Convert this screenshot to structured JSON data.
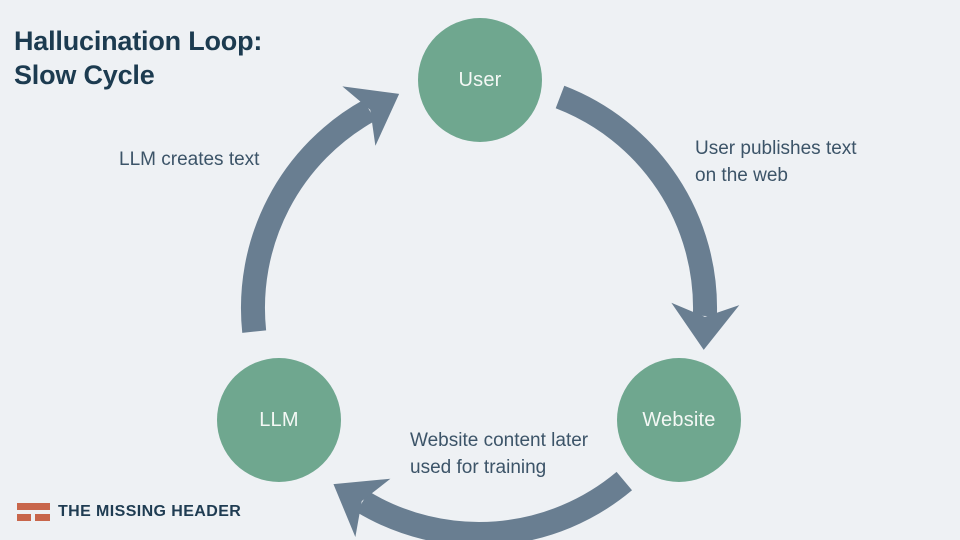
{
  "slide": {
    "title_line1": "Hallucination Loop:",
    "title_line2": "Slow Cycle"
  },
  "diagram": {
    "type": "cycle",
    "nodes": [
      {
        "id": "user",
        "label": "User"
      },
      {
        "id": "website",
        "label": "Website"
      },
      {
        "id": "llm",
        "label": "LLM"
      }
    ],
    "edges": [
      {
        "from": "user",
        "to": "website",
        "label_line1": "User publishes text",
        "label_line2": "on the web"
      },
      {
        "from": "website",
        "to": "llm",
        "label_line1": "Website content later",
        "label_line2": "used for training"
      },
      {
        "from": "llm",
        "to": "user",
        "label_line1": "LLM creates text",
        "label_line2": ""
      }
    ]
  },
  "footer": {
    "brand": "THE MISSING HEADER"
  },
  "colors": {
    "background": "#EEF1F4",
    "title_text": "#1C3B50",
    "node_fill": "#6FA78F",
    "node_text": "#F4F8F5",
    "arrow": "#697E91",
    "label_text": "#3C5468",
    "brand_orange": "#C8664B",
    "brand_text": "#1F3C52"
  }
}
